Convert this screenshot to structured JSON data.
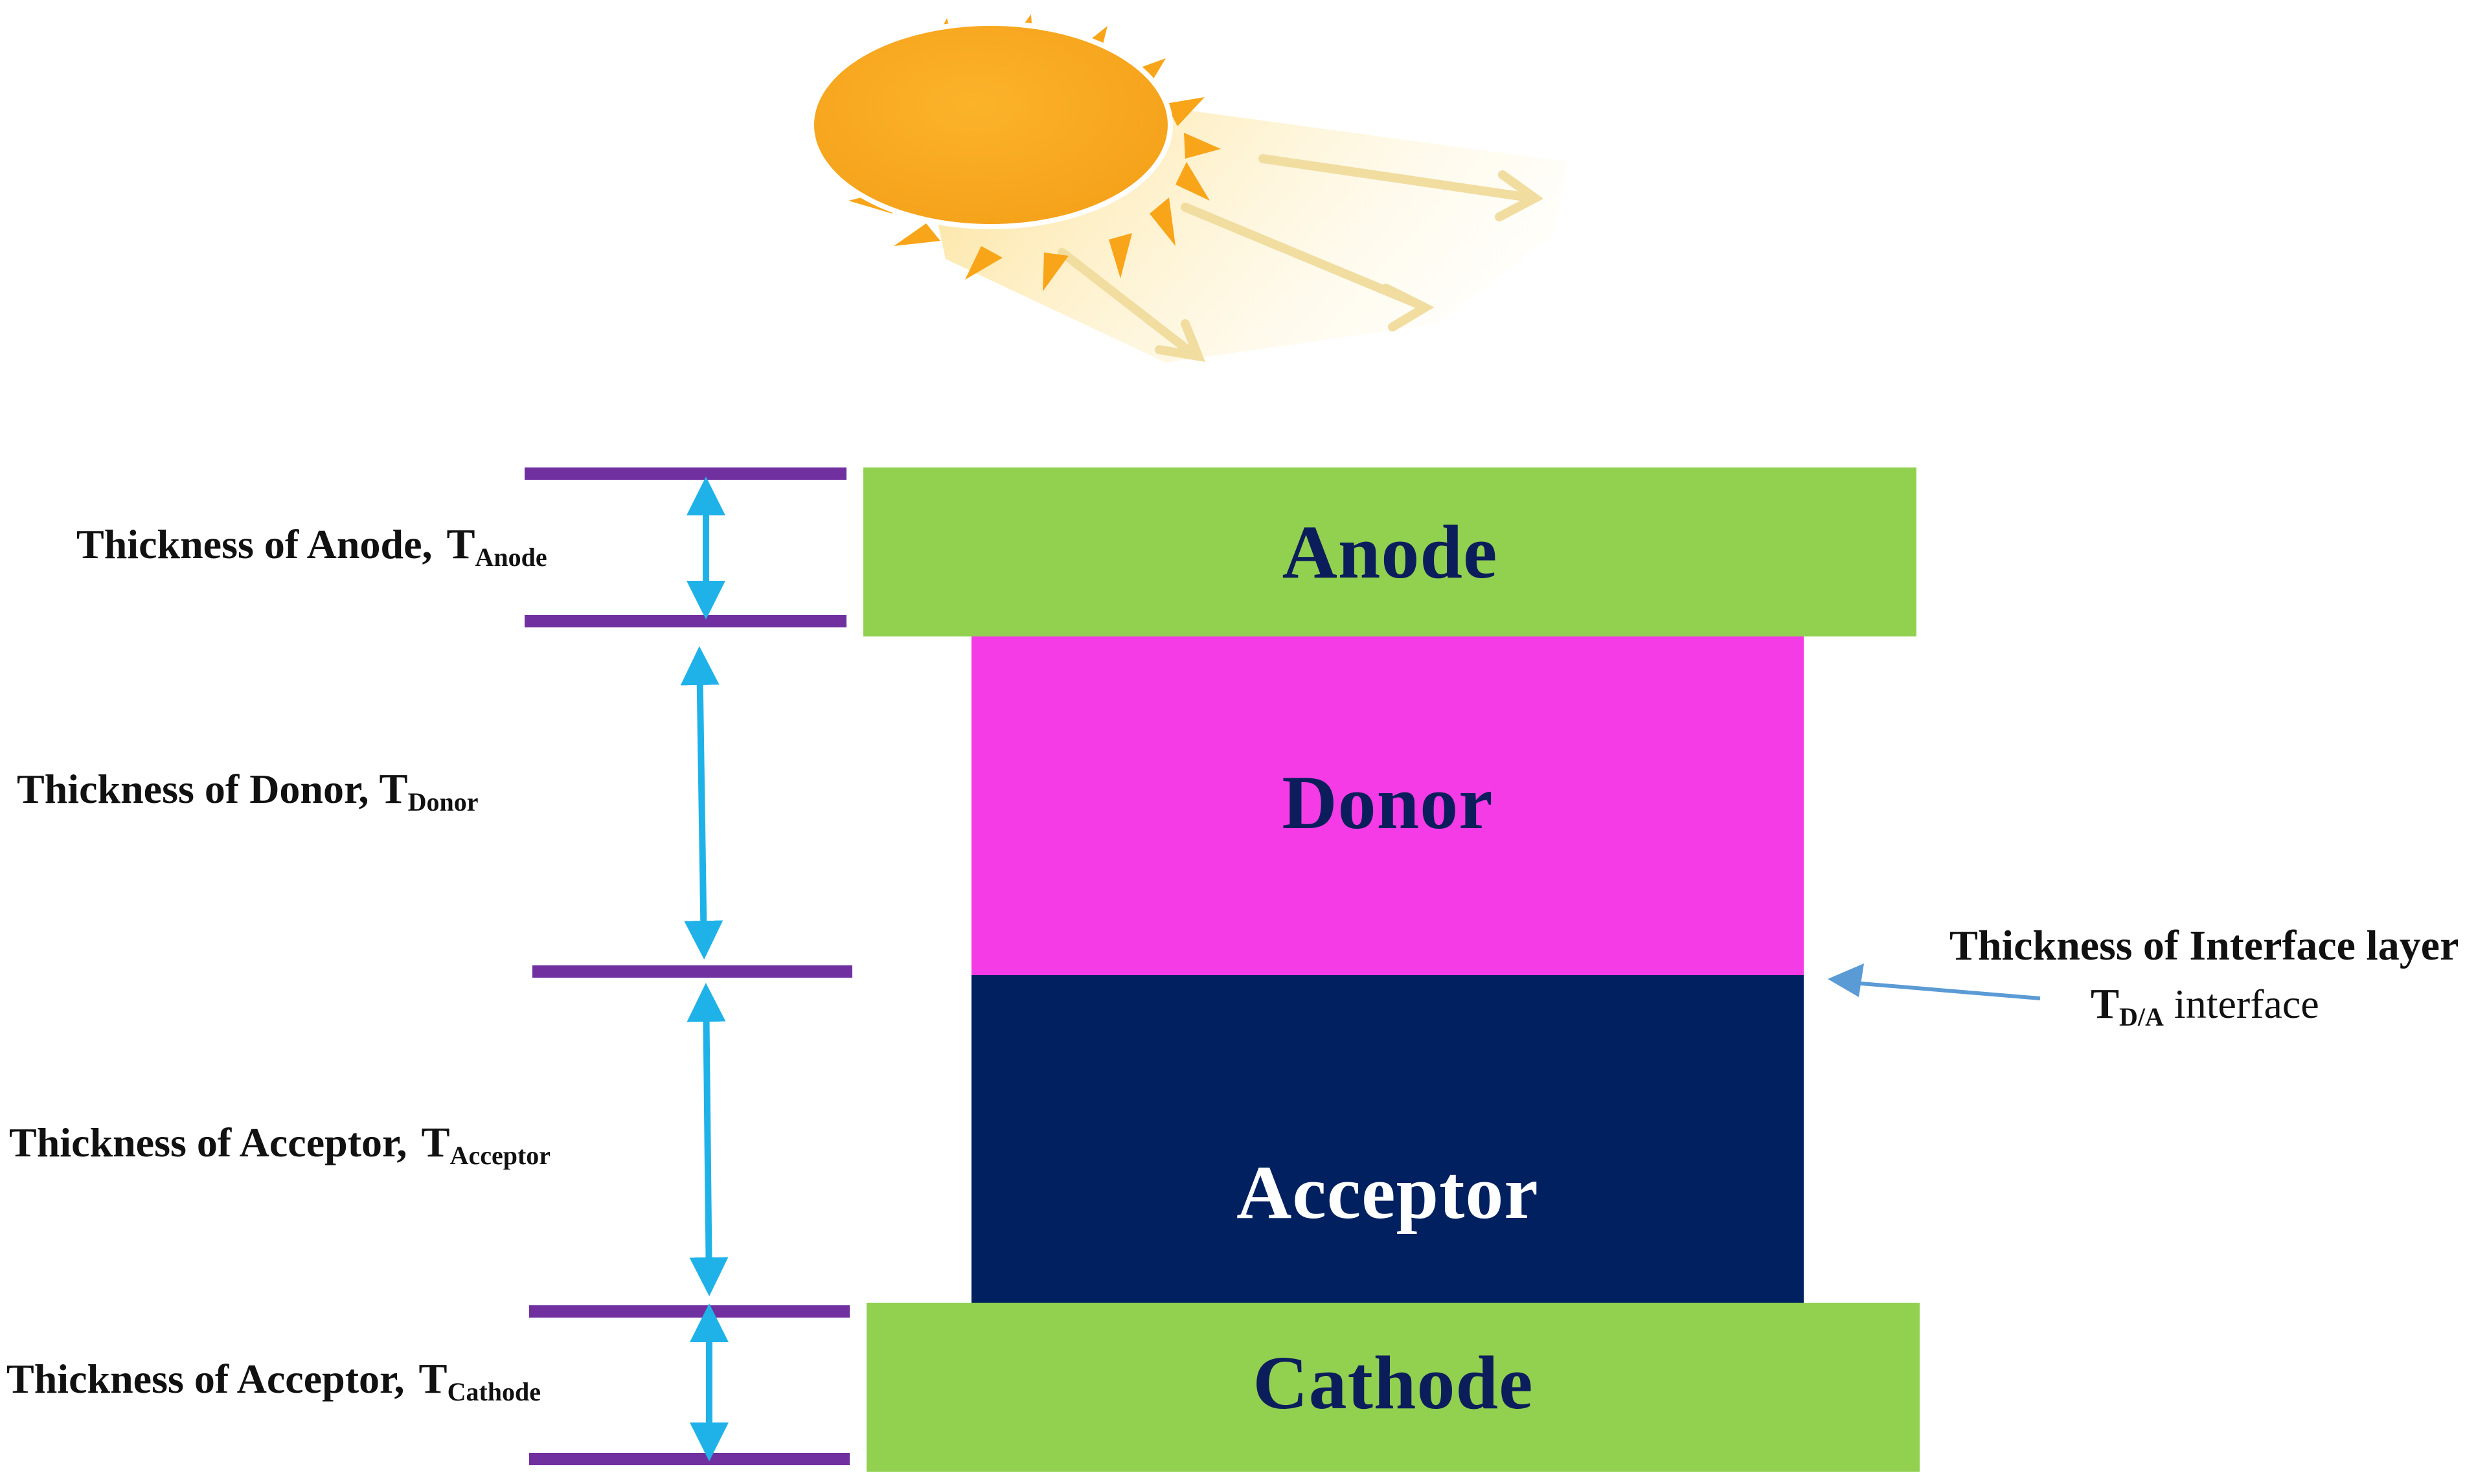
{
  "colors": {
    "electrode": "#92D050",
    "donor": "#F53BE6",
    "acceptor": "#00205F",
    "layer_text_dark": "#0B1E5B",
    "layer_text_light": "#FFFFFF",
    "boundary_line": "#7030A0",
    "dimension_arrow": "#1FB2E8",
    "interface_arrow": "#5B9BD5",
    "sun_core": "#F7A81B",
    "sun_ray": "#FBC64A"
  },
  "icons": {
    "sun": "sun-icon"
  },
  "layers": {
    "anode": "Anode",
    "donor": "Donor",
    "acceptor": "Acceptor",
    "cathode": "Cathode"
  },
  "labels": {
    "anode": {
      "text": "Thickness of Anode,",
      "symbol": "T",
      "subscript": "Anode"
    },
    "donor": {
      "text": "Thickness of Donor,",
      "symbol": "T",
      "subscript": "Donor"
    },
    "acceptor": {
      "text": "Thickness of Acceptor,",
      "symbol": "T",
      "subscript": "Acceptor"
    },
    "cathode": {
      "text": "Thickness of Acceptor,",
      "symbol": "T",
      "subscript": "Cathode"
    }
  },
  "interface": {
    "title": "Thickness of Interface layer",
    "symbol": "T",
    "subscript": "D/A",
    "suffix": " interface"
  }
}
